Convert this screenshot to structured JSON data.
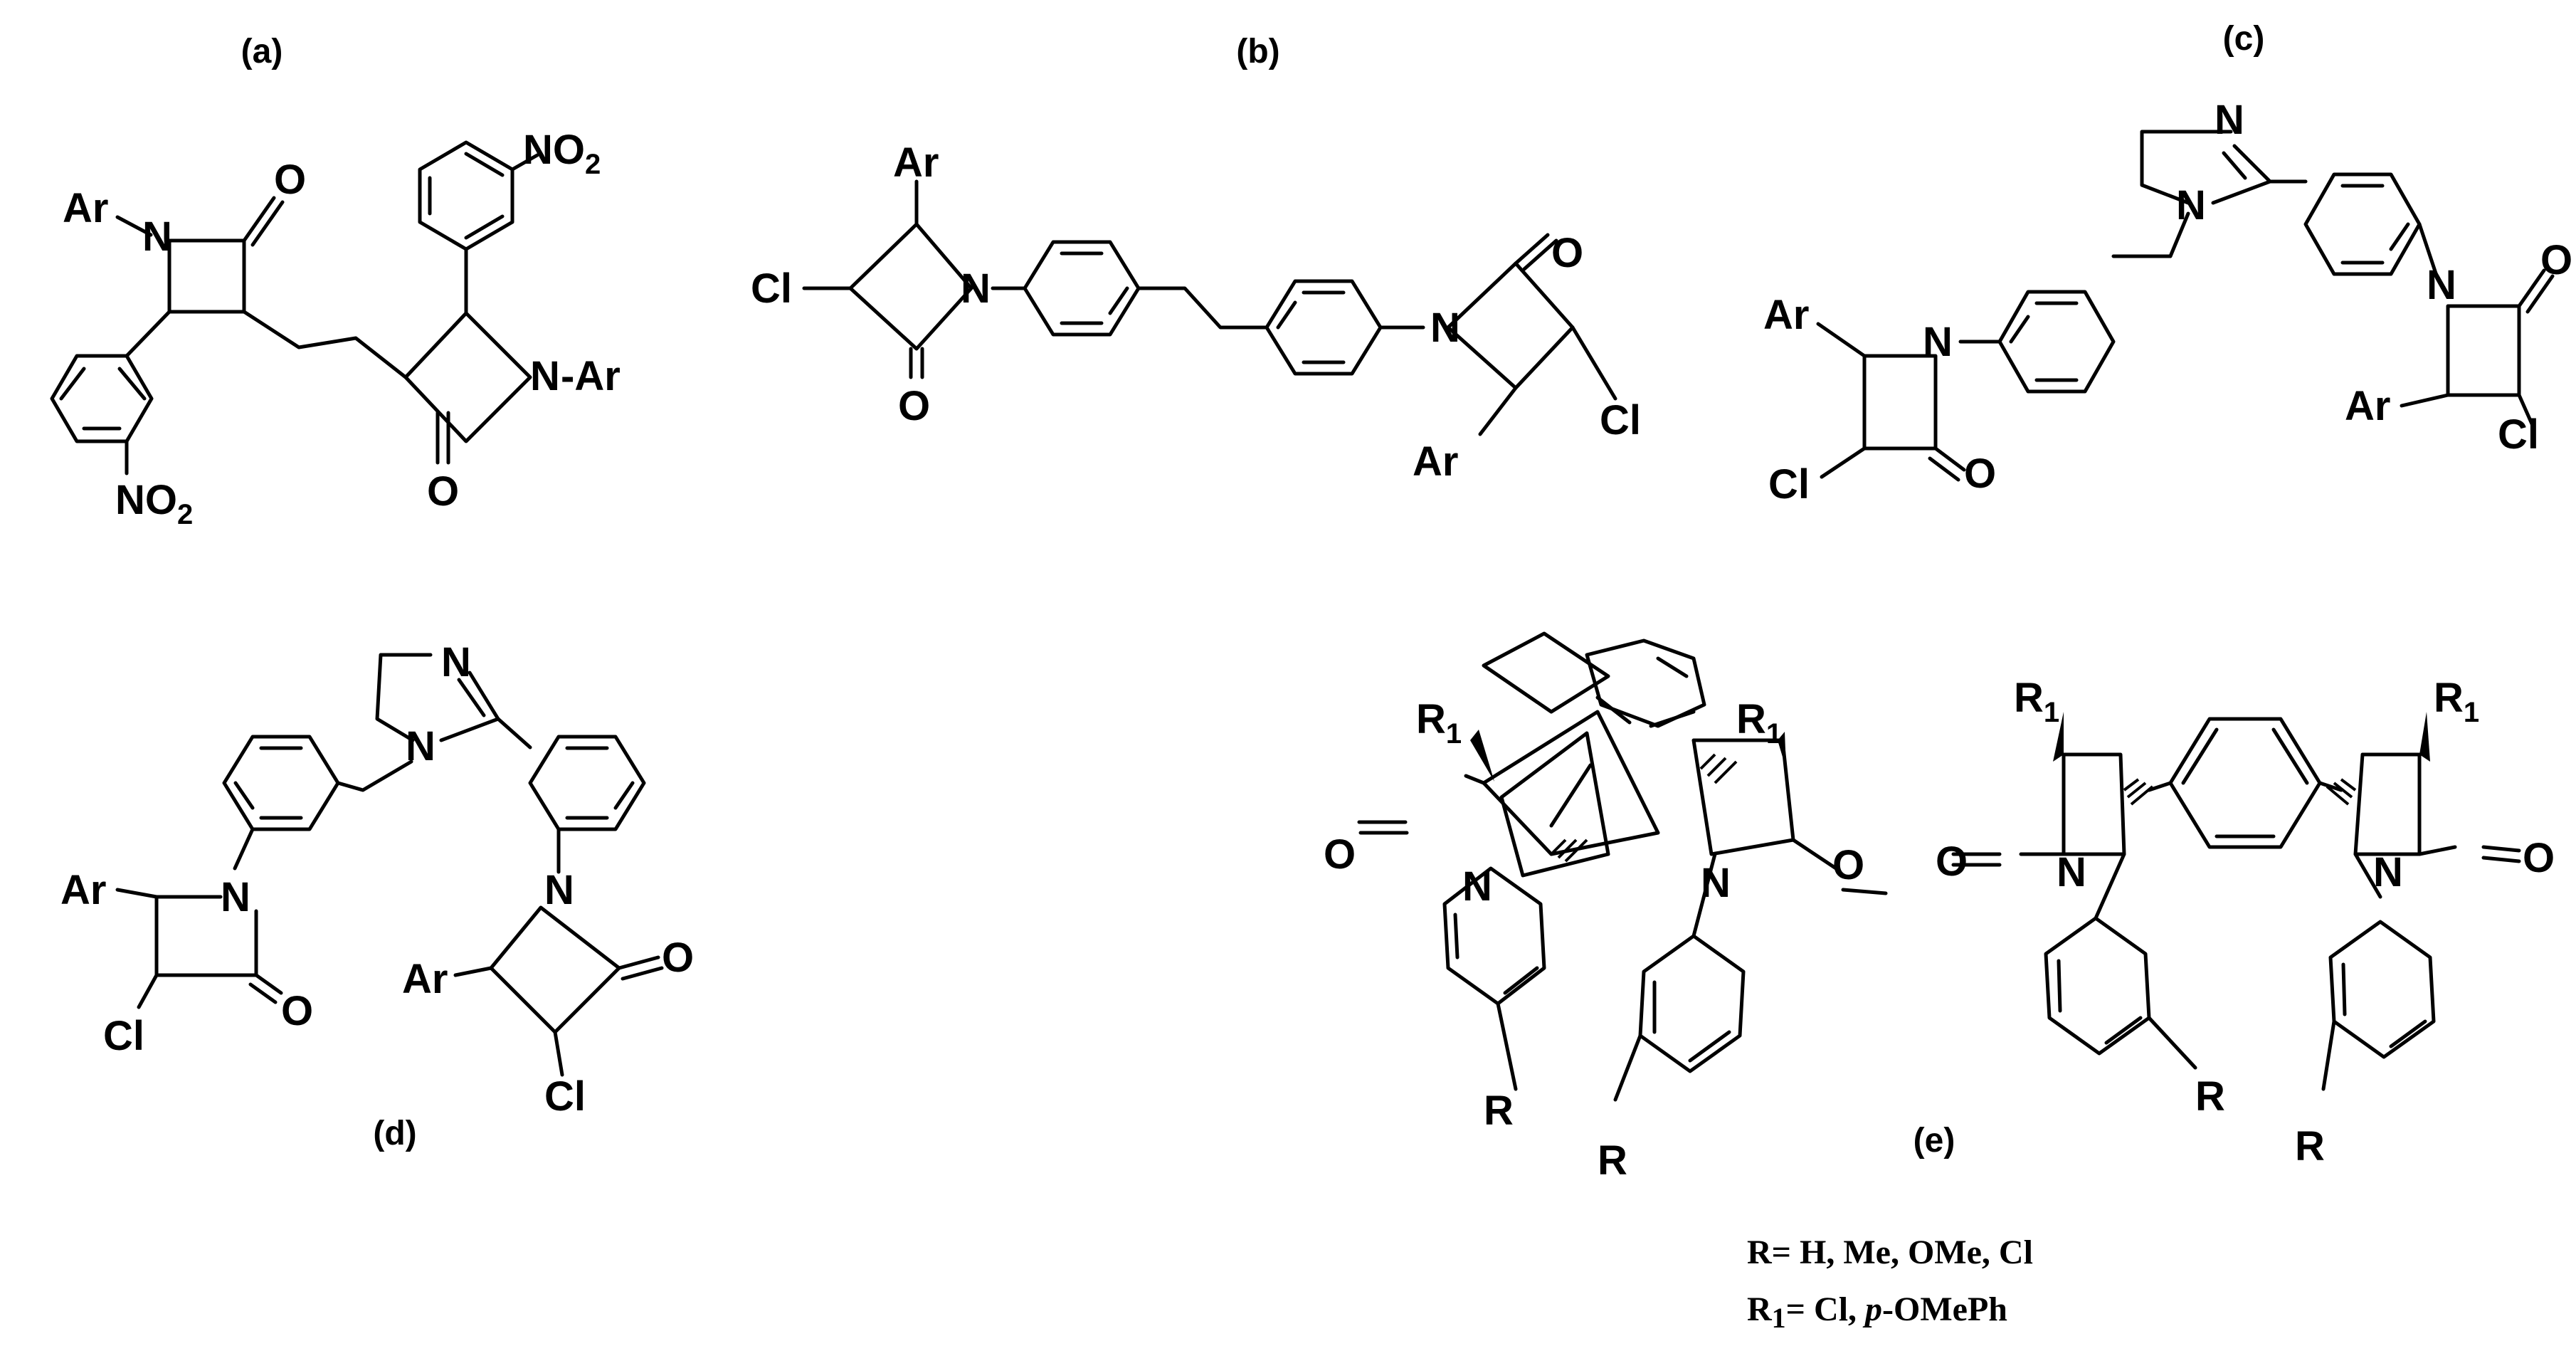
{
  "panels": {
    "a": {
      "label": "(a)",
      "atoms": {
        "ar1": "Ar",
        "n1": "N",
        "o1": "O",
        "no2_1": "NO",
        "no2_1_sub": "2",
        "no2_2": "NO",
        "no2_2_sub": "2",
        "n2": "N",
        "ar2": "-Ar",
        "o2": "O"
      }
    },
    "b": {
      "label": "(b)",
      "atoms": {
        "ar1": "Ar",
        "cl1": "Cl",
        "n1": "N",
        "o1": "O",
        "n2": "N",
        "o2": "O",
        "cl2": "Cl",
        "ar2": "Ar"
      }
    },
    "c": {
      "label": "(c)",
      "atoms": {
        "im_n1": "N",
        "im_n2": "N",
        "ar1": "Ar",
        "n1": "N",
        "cl1": "Cl",
        "o1": "O",
        "n2": "N",
        "o2": "O",
        "ar2": "Ar",
        "cl2": "Cl"
      }
    },
    "d": {
      "label": "(d)",
      "atoms": {
        "im_n1": "N",
        "im_n2": "N",
        "ar1": "Ar",
        "n1": "N",
        "cl1": "Cl",
        "o1": "O",
        "n2": "N",
        "ar2": "Ar",
        "o2": "O",
        "cl2": "Cl"
      }
    },
    "e": {
      "label": "(e)",
      "atoms": {
        "r1a": "R",
        "r1a_sub": "1",
        "o1": "O",
        "n1": "N",
        "r1b": "R",
        "r1b_sub": "1",
        "n2": "N",
        "o2": "O",
        "ra": "R",
        "rb": "R",
        "r1c": "R",
        "r1c_sub": "1",
        "o3": "O",
        "n3": "N",
        "r1d": "R",
        "r1d_sub": "1",
        "n4": "N",
        "o4": "O",
        "rc": "R",
        "rd": "R"
      },
      "legend": {
        "r_line": "R= H, Me, OMe, Cl",
        "r1_prefix": "R",
        "r1_sub": "1",
        "r1_mid": "= Cl, ",
        "r1_italic": "p",
        "r1_tail": "-OMePh"
      }
    }
  }
}
